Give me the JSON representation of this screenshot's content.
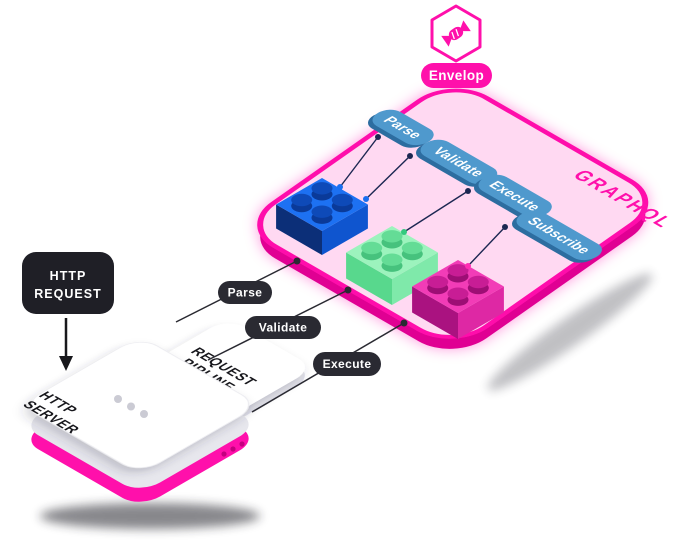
{
  "colors": {
    "magenta": "#ff10ab",
    "magenta_dark": "#c4007f",
    "envelop_fill": "#ffd9f2",
    "tag_blue": "#4f99cd",
    "tag_blue_dark": "#2d6da0",
    "pill_dark": "#2a2a32",
    "card_dark": "#1f1f26",
    "brick_blue": "#1a6ff0",
    "brick_green": "#8df0b0",
    "brick_pink": "#f23cb7"
  },
  "envelop_box": {
    "badge": "Envelop",
    "side_label": "GRAPHQL",
    "hooks": [
      "Parse",
      "Validate",
      "Execute",
      "Subscribe"
    ]
  },
  "request_flow": {
    "source": {
      "line1": "HTTP",
      "line2": "REQUEST"
    },
    "steps": [
      "Parse",
      "Validate",
      "Execute"
    ]
  },
  "server": {
    "top": {
      "line1": "HTTP",
      "line2": "SERVER"
    },
    "plane": {
      "line1": "REQUEST",
      "line2": "PIPLINE"
    }
  },
  "icons": {
    "badge_icon": "candy-hexagon-icon"
  }
}
